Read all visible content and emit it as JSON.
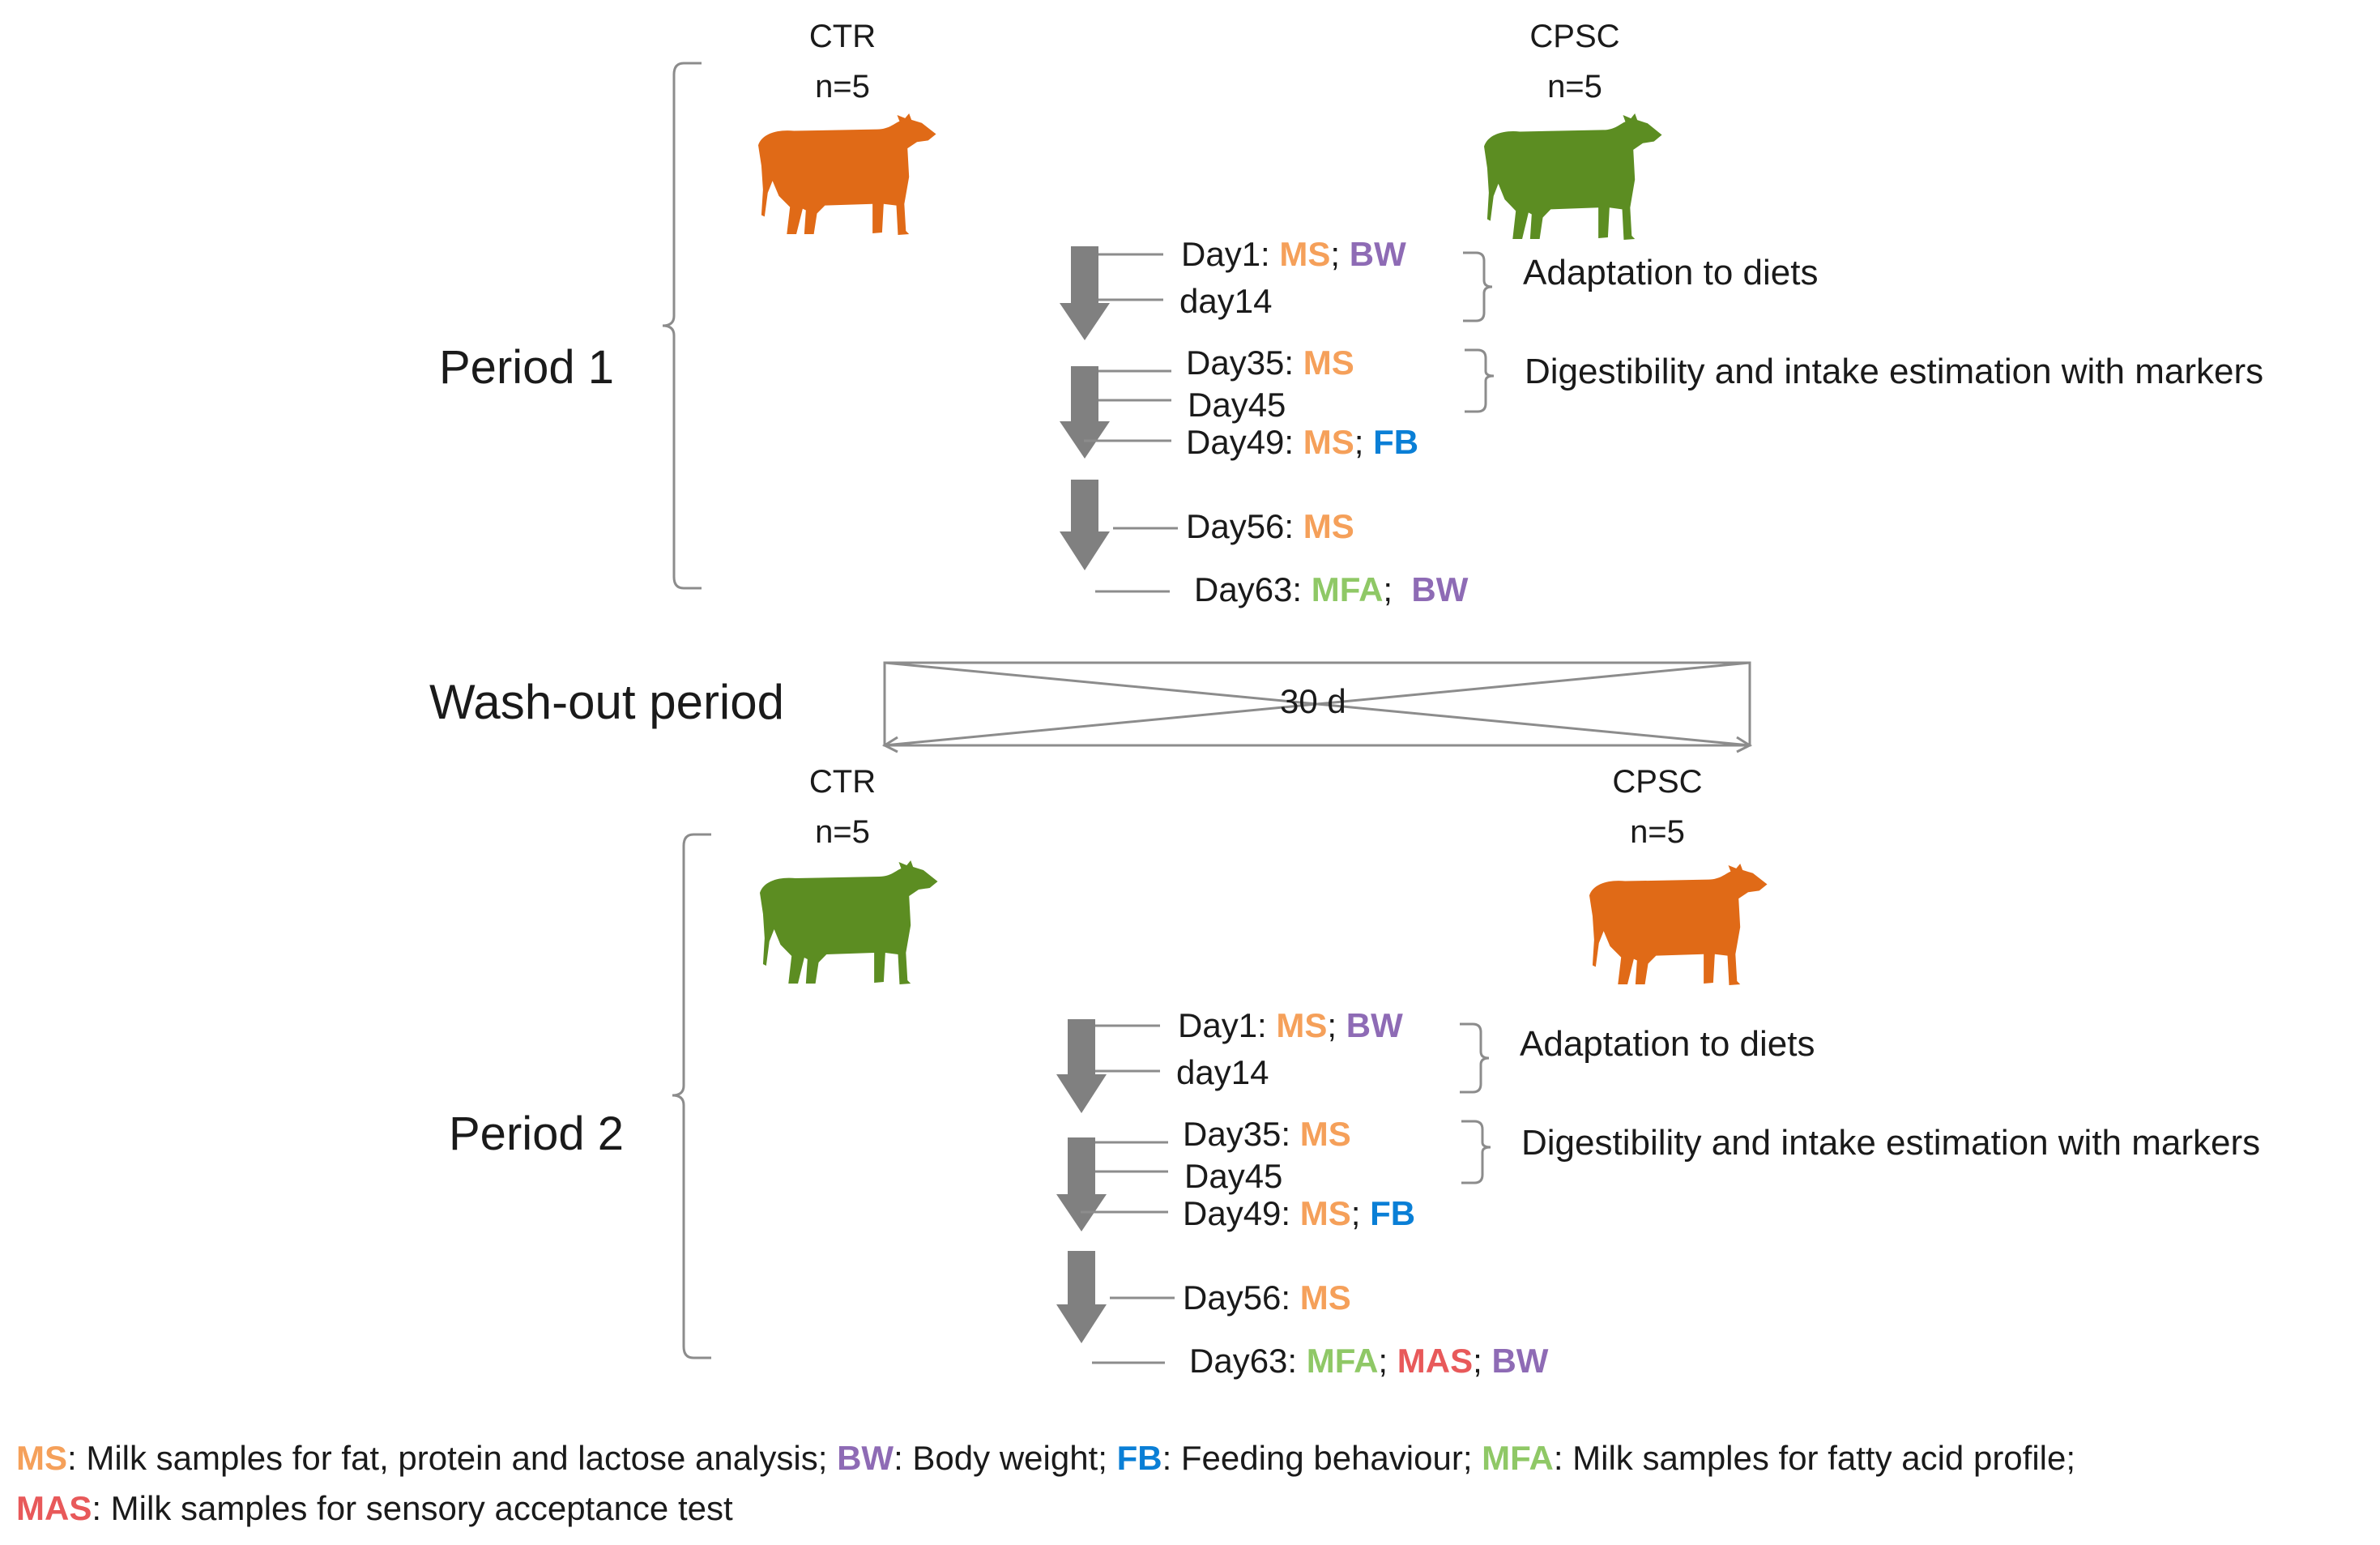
{
  "colors": {
    "ctr_cow": "#e06a17",
    "cpsc_cow": "#5c8d22",
    "arrow": "#808080",
    "line": "#8c8c8c",
    "ms": "#f5a05a",
    "bw": "#8e6bb5",
    "fb": "#0a7fd6",
    "mfa": "#8fc866",
    "mas": "#e8595a"
  },
  "period1": {
    "label": "Period 1",
    "left_group": {
      "name": "CTR",
      "n": "n=5",
      "cow_color": "orange",
      "icon": "cow-icon"
    },
    "right_group": {
      "name": "CPSC",
      "n": "n=5",
      "cow_color": "green",
      "icon": "cow-icon"
    },
    "day1": "Day1: ",
    "day1_ms": "MS",
    "day1_sep": "; ",
    "day1_bw": "BW",
    "day14": "day14",
    "adaptation": "Adaptation to diets",
    "day35": "Day35: ",
    "day35_ms": "MS",
    "day45": "Day45",
    "digestibility": "Digestibility and intake estimation with markers",
    "day49": "Day49: ",
    "day49_ms": "MS",
    "day49_sep": "; ",
    "day49_fb": "FB",
    "day56": "Day56: ",
    "day56_ms": "MS",
    "day63": "Day63: ",
    "day63_mfa": "MFA",
    "day63_sep": ";  ",
    "day63_bw": "BW"
  },
  "washout": {
    "label": "Wash-out period",
    "duration": "30 d"
  },
  "period2": {
    "label": "Period 2",
    "left_group": {
      "name": "CTR",
      "n": "n=5",
      "cow_color": "green",
      "icon": "cow-icon"
    },
    "right_group": {
      "name": "CPSC",
      "n": "n=5",
      "cow_color": "orange",
      "icon": "cow-icon"
    },
    "day1": "Day1: ",
    "day1_ms": "MS",
    "day1_sep": "; ",
    "day1_bw": "BW",
    "day14": "day14",
    "adaptation": "Adaptation to diets",
    "day35": "Day35: ",
    "day35_ms": "MS",
    "day45": "Day45",
    "digestibility": "Digestibility and intake estimation with markers",
    "day49": "Day49: ",
    "day49_ms": "MS",
    "day49_sep": "; ",
    "day49_fb": "FB",
    "day56": "Day56: ",
    "day56_ms": "MS",
    "day63": "Day63: ",
    "day63_mfa": "MFA",
    "day63_sep1": "; ",
    "day63_mas": "MAS",
    "day63_sep2": "; ",
    "day63_bw": "BW"
  },
  "legend": {
    "ms": "MS",
    "ms_text": ": Milk samples for fat, protein and lactose analysis; ",
    "bw": "BW",
    "bw_text": ": Body weight; ",
    "fb": "FB",
    "fb_text": ": Feeding behaviour; ",
    "mfa": "MFA",
    "mfa_text": ": Milk samples for fatty acid profile;",
    "mas": "MAS",
    "mas_text": ": Milk samples for sensory acceptance test"
  }
}
